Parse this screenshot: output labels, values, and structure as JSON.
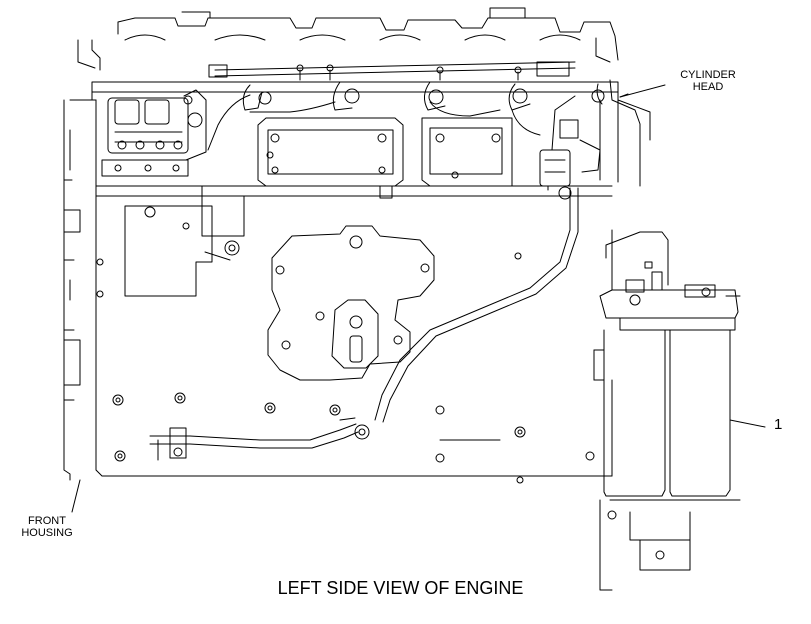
{
  "labels": {
    "cylinder_head_line1": "CYLINDER",
    "cylinder_head_line2": "HEAD",
    "front_housing_line1": "FRONT",
    "front_housing_line2": "HOUSING",
    "callout_1": "1"
  },
  "caption": "LEFT SIDE VIEW OF ENGINE",
  "colors": {
    "ink": "#000000",
    "background": "#ffffff"
  }
}
